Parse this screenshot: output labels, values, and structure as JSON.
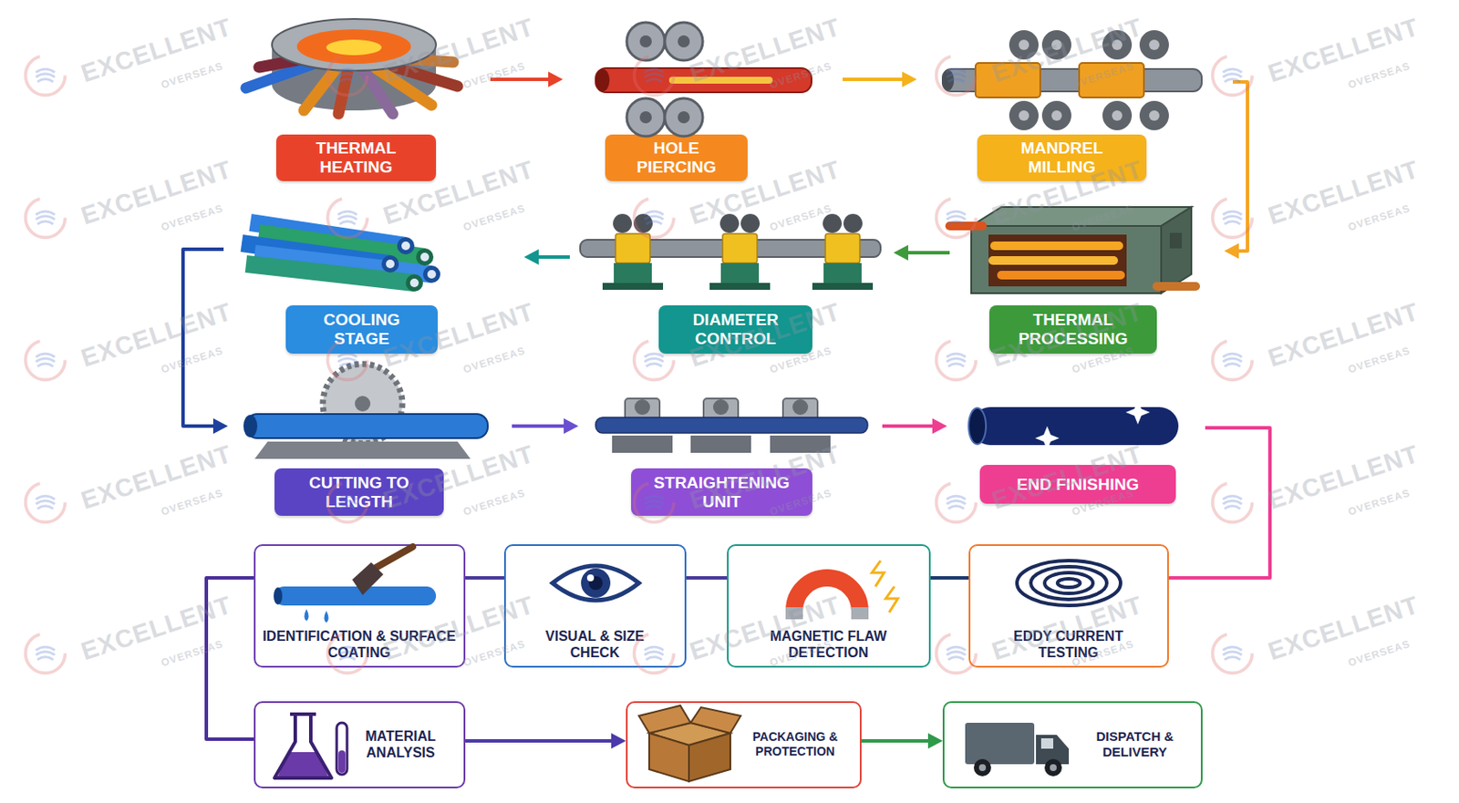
{
  "diagram": {
    "nodes": [
      {
        "text": [
          "THERMAL HEATING"
        ]
      },
      {
        "text": [
          "HOLE PIERCING"
        ]
      },
      {
        "text": [
          "MANDREL MILLING"
        ]
      },
      {
        "text": [
          "THERMAL PROCESSING"
        ]
      },
      {
        "text": [
          "DIAMETER CONTROL"
        ]
      },
      {
        "text": [
          "COOLING STAGE"
        ]
      },
      {
        "text": [
          "CUTTING TO LENGTH"
        ]
      },
      {
        "text": [
          "STRAIGHTENING UNIT"
        ]
      },
      {
        "text": [
          "END FINISHING"
        ]
      },
      {
        "text": [
          "EDDY CURRENT TESTING"
        ]
      },
      {
        "text": [
          "MAGNETIC FLAW DETECTION"
        ]
      },
      {
        "text": [
          "VISUAL & SIZE CHECK"
        ]
      },
      {
        "text": [
          "IDENTIFICATION & SURFACE COATING"
        ]
      },
      {
        "text": [
          "MATERIAL ANALYSIS"
        ]
      },
      {
        "text": [
          "PACKAGING & PROTECTION"
        ]
      },
      {
        "text": [
          "DISPATCH & DELIVERY"
        ]
      }
    ],
    "edges": [
      {
        "from": 0,
        "to": 1,
        "arrow": "to"
      },
      {
        "from": 1,
        "to": 2,
        "arrow": "to"
      },
      {
        "from": 2,
        "to": 3,
        "arrow": "to"
      },
      {
        "from": 3,
        "to": 4,
        "arrow": "to"
      },
      {
        "from": 4,
        "to": 5,
        "arrow": "to"
      },
      {
        "from": 5,
        "to": 6,
        "arrow": "to"
      },
      {
        "from": 6,
        "to": 7,
        "arrow": "to"
      },
      {
        "from": 7,
        "to": 8,
        "arrow": "to"
      },
      {
        "from": 8,
        "to": 9,
        "arrow": "none"
      },
      {
        "from": 9,
        "to": 10,
        "arrow": "none"
      },
      {
        "from": 10,
        "to": 11,
        "arrow": "none"
      },
      {
        "from": 11,
        "to": 12,
        "arrow": "none"
      },
      {
        "from": 12,
        "to": 13,
        "arrow": "none"
      },
      {
        "from": 13,
        "to": 14,
        "arrow": "to"
      },
      {
        "from": 14,
        "to": 15,
        "arrow": "to"
      }
    ],
    "labels": [
      "EXCELLENT",
      "OVERSEAS",
      "EXCELLENT",
      "OVERSEAS",
      "EXCELLENT",
      "OVERSEAS",
      "EXCELLENT",
      "OVERSEAS",
      "EXCELLENT",
      "OVERSEAS",
      "EXCELLENT",
      "OVERSEAS",
      "EXCELLENT",
      "OVERSEAS",
      "EXCELLENT",
      "OVERSEAS",
      "EXCELLENT",
      "OVERSEAS",
      "EXCELLENT",
      "OVERSEAS",
      "EXCELLENT",
      "OVERSEAS",
      "EXCELLENT",
      "OVERSEAS",
      "EXCELLENT",
      "OVERSEAS",
      "EXCELLENT",
      "OVERSEAS",
      "EXCELLENT",
      "OVERSEAS",
      "EXCELLENT",
      "OVERSEAS",
      "EXCELLENT",
      "OVERSEAS",
      "EXCELLENT",
      "OVERSEAS",
      "EXCELLENT",
      "OVERSEAS",
      "EXCELLENT",
      "OVERSEAS",
      "EXCELLENT",
      "OVERSEAS",
      "EXCELLENT",
      "OVERSEAS",
      "EXCELLENT",
      "OVERSEAS",
      "EXCELLENT",
      "OVERSEAS",
      "EXCELLENT",
      "OVERSEAS"
    ]
  }
}
